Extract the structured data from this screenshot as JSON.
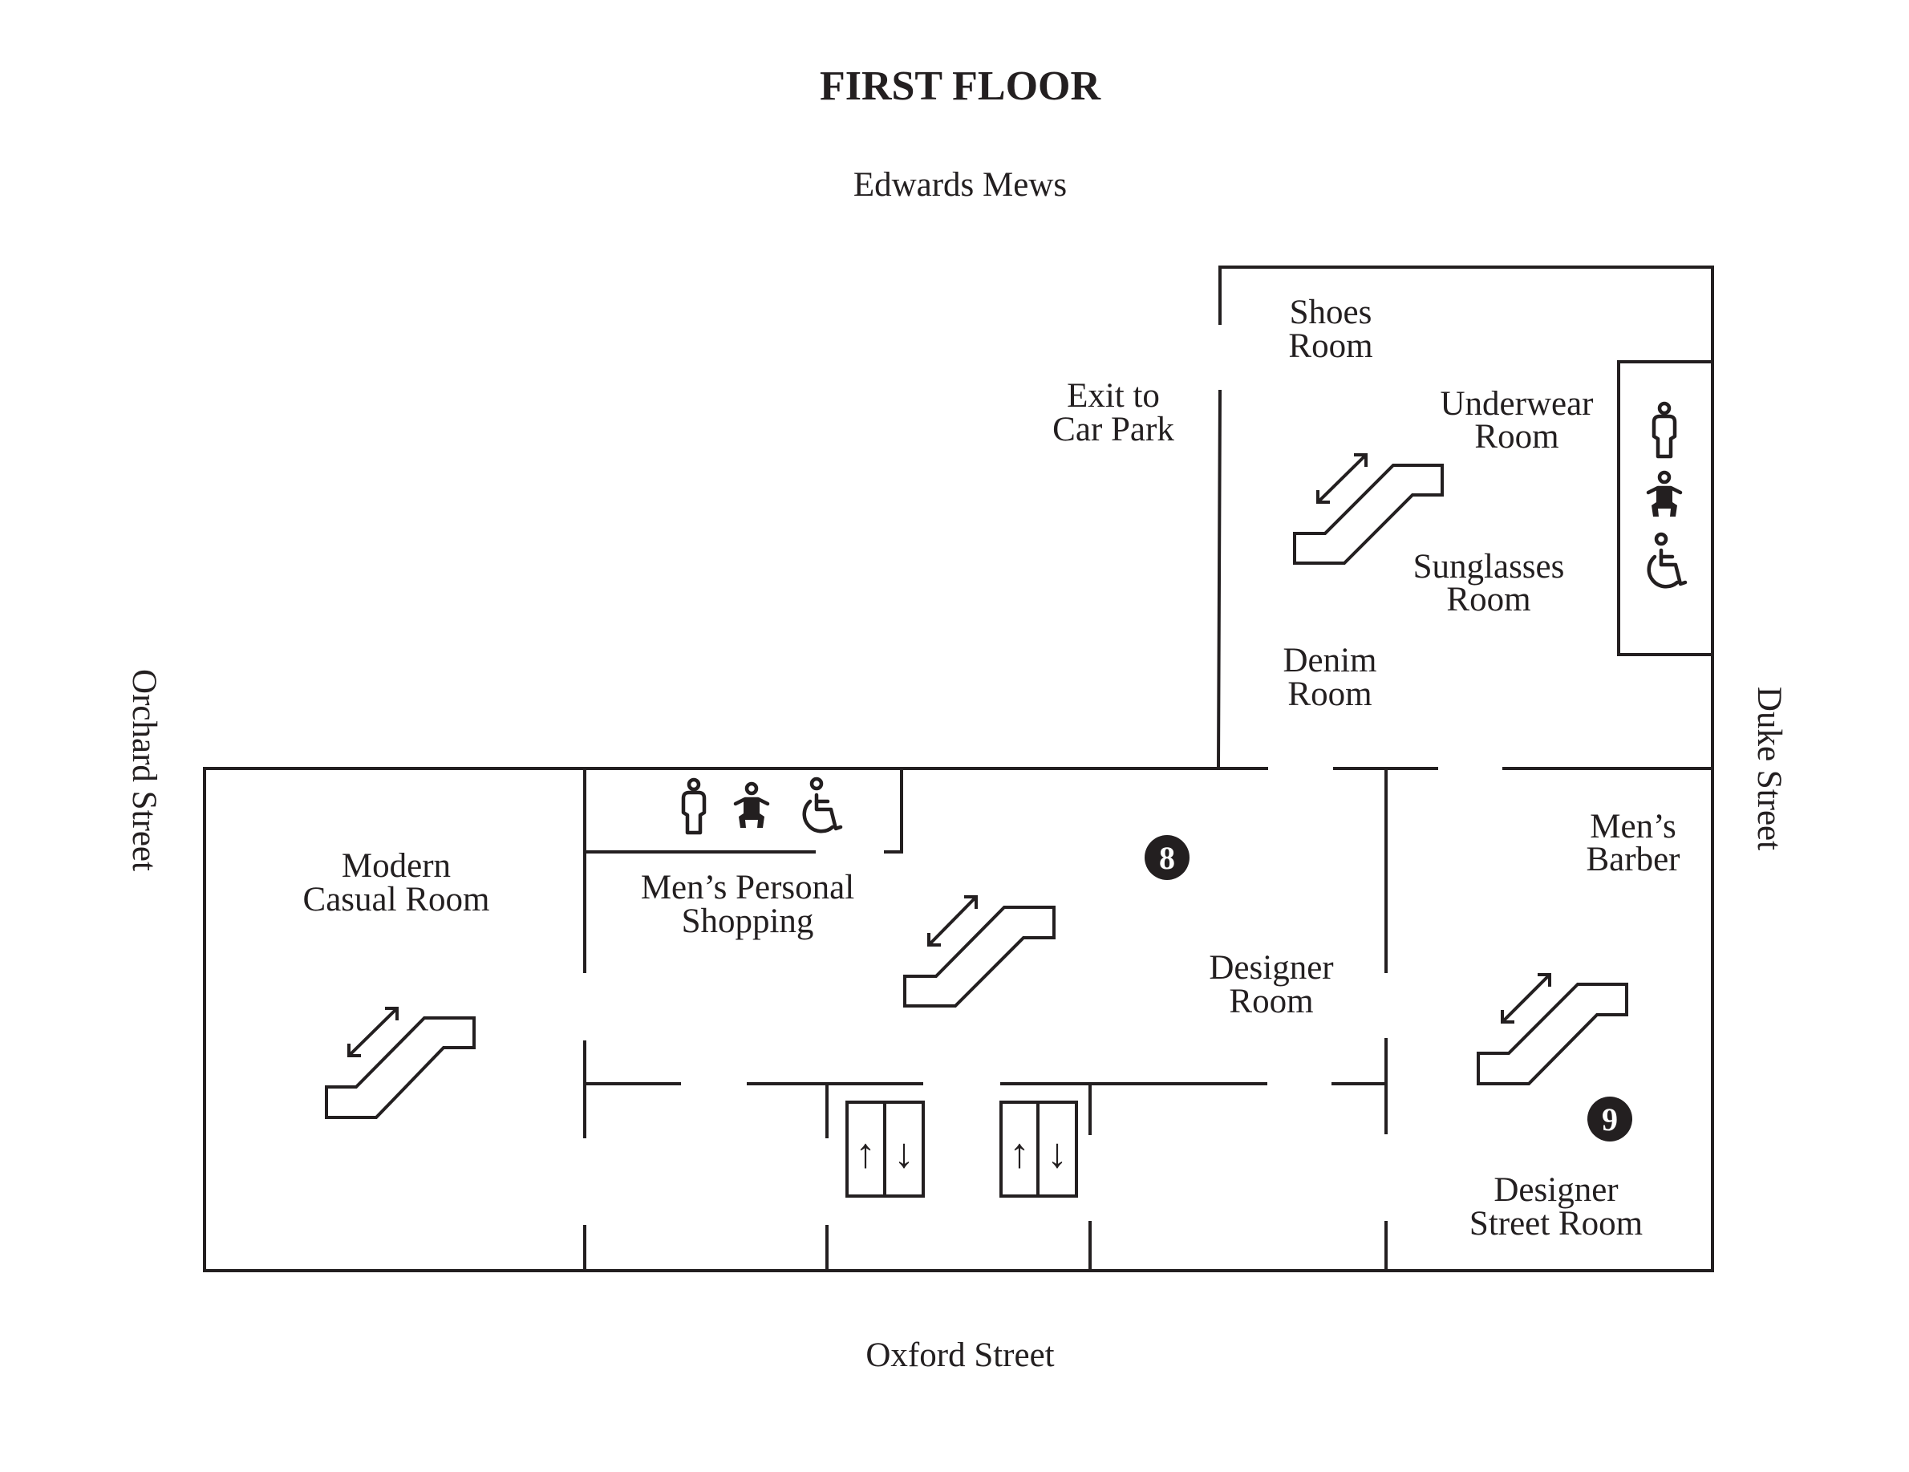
{
  "map": {
    "title": "FIRST FLOOR",
    "streets": {
      "north": "Edwards Mews",
      "south": "Oxford Street",
      "west": "Orchard Street",
      "east": "Duke Street"
    },
    "rooms": [
      {
        "id": "shoes",
        "lines": [
          "Shoes",
          "Room"
        ]
      },
      {
        "id": "exit-car-park",
        "lines": [
          "Exit to",
          "Car Park"
        ]
      },
      {
        "id": "underwear",
        "lines": [
          "Underwear",
          "Room"
        ]
      },
      {
        "id": "sunglasses",
        "lines": [
          "Sunglasses",
          "Room"
        ]
      },
      {
        "id": "denim",
        "lines": [
          "Denim",
          "Room"
        ]
      },
      {
        "id": "modern-casual",
        "lines": [
          "Modern",
          "Casual Room"
        ]
      },
      {
        "id": "mens-personal-shopping",
        "lines": [
          "Men’s Personal",
          "Shopping"
        ]
      },
      {
        "id": "designer",
        "lines": [
          "Designer",
          "Room"
        ]
      },
      {
        "id": "mens-barber",
        "lines": [
          "Men’s",
          "Barber"
        ]
      },
      {
        "id": "designer-street",
        "lines": [
          "Designer",
          "Street Room"
        ]
      }
    ],
    "badges": [
      {
        "number": "8"
      },
      {
        "number": "9"
      }
    ],
    "facilities": {
      "restroom_icons": [
        "toilet-person-icon",
        "baby-change-icon",
        "wheelchair-accessible-icon"
      ]
    },
    "escalators": [
      "escalator-icon",
      "escalator-icon",
      "escalator-icon",
      "escalator-icon"
    ],
    "lifts": [
      {
        "up": "↑",
        "down": "↓"
      },
      {
        "up": "↑",
        "down": "↓"
      }
    ],
    "colors": {
      "ink": "#231f20",
      "background": "#ffffff"
    }
  }
}
